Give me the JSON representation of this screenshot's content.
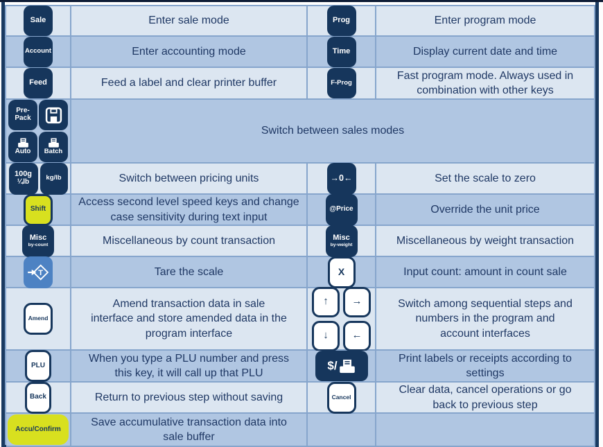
{
  "colors": {
    "row_light": "#dce6f1",
    "row_dark": "#b0c6e2",
    "grid_line": "#86a5cc",
    "frame_border": "#1a3a61",
    "key_navy": "#16365c",
    "key_yellow": "#d8e01f",
    "key_blue": "#4d82c3",
    "text": "#1f3864"
  },
  "keys": {
    "sale": "Sale",
    "prog": "Prog",
    "account": "Account",
    "time": "Time",
    "feed": "Feed",
    "f_prog": "F-Prog",
    "pre_pack_line1": "Pre-",
    "pre_pack_line2": "Pack",
    "auto": "Auto",
    "batch": "Batch",
    "unit_100g_line1": "100g",
    "unit_100g_line2": "¼lb",
    "kg_lb": "kg/lb",
    "zero": "→0←",
    "shift": "Shift",
    "at_price": "@Price",
    "misc": "Misc",
    "by_count": "by-count",
    "by_weight": "by-weight",
    "x": "X",
    "amend": "Amend",
    "arrow_up": "↑",
    "arrow_right": "→",
    "arrow_down": "↓",
    "arrow_left": "←",
    "plu": "PLU",
    "print_dollar": "$/",
    "back": "Back",
    "cancel": "Cancel",
    "accu_confirm": "Accu/Confirm"
  },
  "icons": {
    "save": "floppy-disk-icon",
    "printer": "printer-icon",
    "tare": "tare-icon"
  },
  "descriptions": {
    "sale": "Enter sale mode",
    "program": "Enter program mode",
    "accounting": "Enter accounting mode",
    "time": "Display current date and time",
    "feed": "Feed a label and clear printer buffer",
    "f_prog": "Fast program mode. Always used in\ncombination with other keys",
    "sales_modes": "Switch between sales modes",
    "pricing_units": "Switch between pricing units",
    "zero": "Set the scale to zero",
    "shift": "Access second level speed keys and change\ncase sensitivity during text input",
    "at_price": "Override the unit price",
    "misc_count": "Miscellaneous by count transaction",
    "misc_weight": "Miscellaneous by weight transaction",
    "tare": "Tare the scale",
    "x": "Input count: amount in count sale",
    "amend": "Amend transaction data in sale\ninterface and store amended data in the\nprogram interface",
    "arrows": "Switch among sequential steps and\nnumbers in the program and\naccount interfaces",
    "plu": "When you type a PLU number and press\nthis key, it will call up that PLU",
    "print": "Print labels or receipts according to\nsettings",
    "back": "Return to previous step without saving",
    "cancel": "Clear data, cancel operations or go\nback to previous step",
    "accu_confirm": "Save accumulative transaction data into\nsale buffer"
  }
}
